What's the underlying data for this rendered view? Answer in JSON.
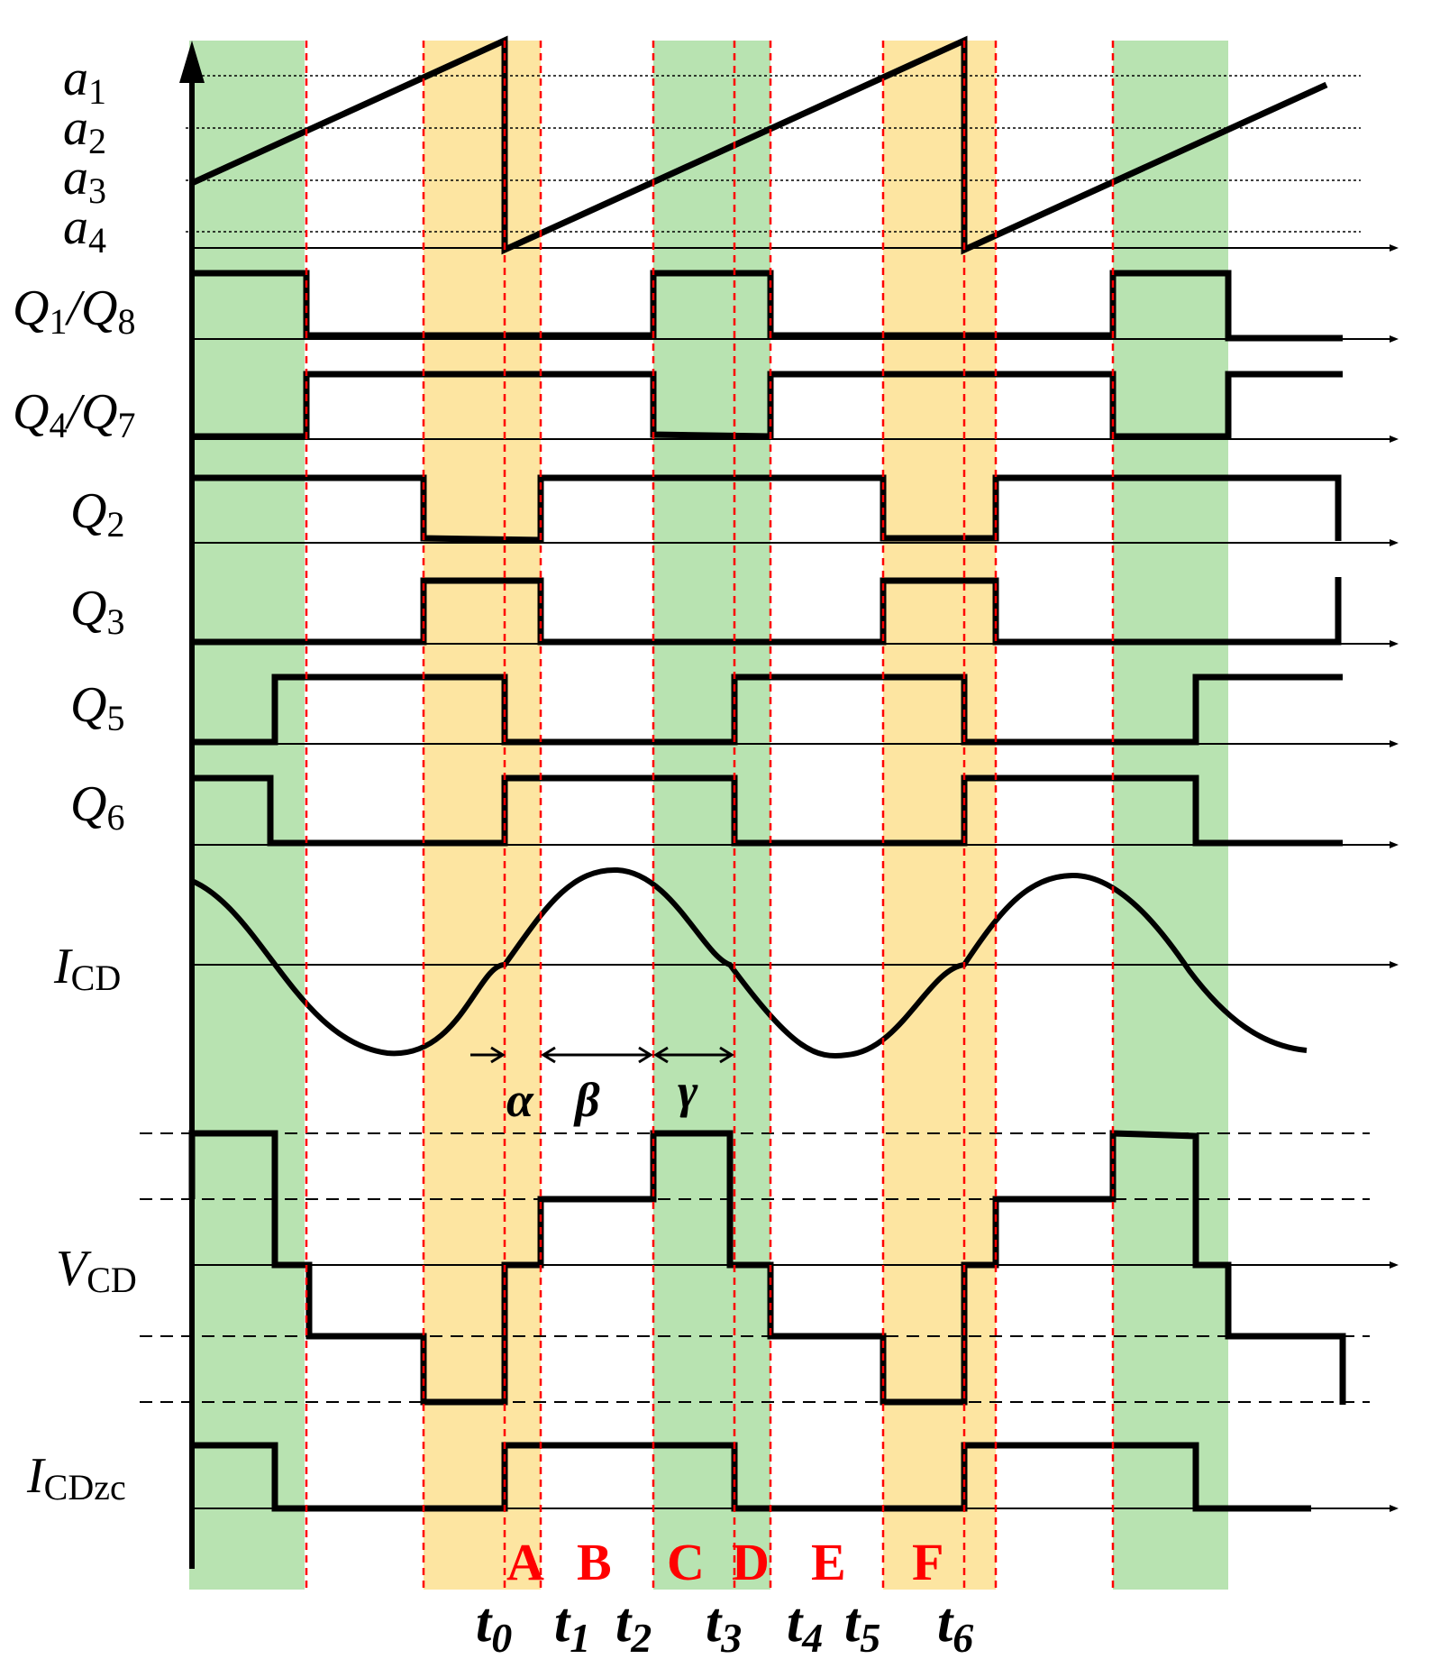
{
  "colors": {
    "green_band": "#b8e3b1",
    "yellow_band": "#fde5a1",
    "divider": "#ff0000",
    "trace": "#000000",
    "region_label": "#ff0000"
  },
  "carrier_levels": [
    {
      "name": "a",
      "sub": "1"
    },
    {
      "name": "a",
      "sub": "2"
    },
    {
      "name": "a",
      "sub": "3"
    },
    {
      "name": "a",
      "sub": "4"
    }
  ],
  "signal_labels": [
    {
      "id": "q1q8",
      "html": [
        "Q",
        "1",
        "/Q",
        "8"
      ]
    },
    {
      "id": "q4q7",
      "html": [
        "Q",
        "4",
        "/Q",
        "7"
      ]
    },
    {
      "id": "q2",
      "html": [
        "Q",
        "2"
      ]
    },
    {
      "id": "q3",
      "html": [
        "Q",
        "3"
      ]
    },
    {
      "id": "q5",
      "html": [
        "Q",
        "5"
      ]
    },
    {
      "id": "q6",
      "html": [
        "Q",
        "6"
      ]
    },
    {
      "id": "icd",
      "html": [
        "I",
        "CD"
      ]
    },
    {
      "id": "vcd",
      "html": [
        "V",
        "CD"
      ]
    },
    {
      "id": "icdzc",
      "html": [
        "I",
        "CDzc"
      ]
    }
  ],
  "angles": [
    "α",
    "β",
    "γ"
  ],
  "regions": [
    "A",
    "B",
    "C",
    "D",
    "E",
    "F"
  ],
  "time_marks": [
    {
      "name": "t",
      "sub": "0"
    },
    {
      "name": "t",
      "sub": "1"
    },
    {
      "name": "t",
      "sub": "2"
    },
    {
      "name": "t",
      "sub": "3"
    },
    {
      "name": "t",
      "sub": "4"
    },
    {
      "name": "t",
      "sub": "5"
    },
    {
      "name": "t",
      "sub": "6"
    }
  ]
}
